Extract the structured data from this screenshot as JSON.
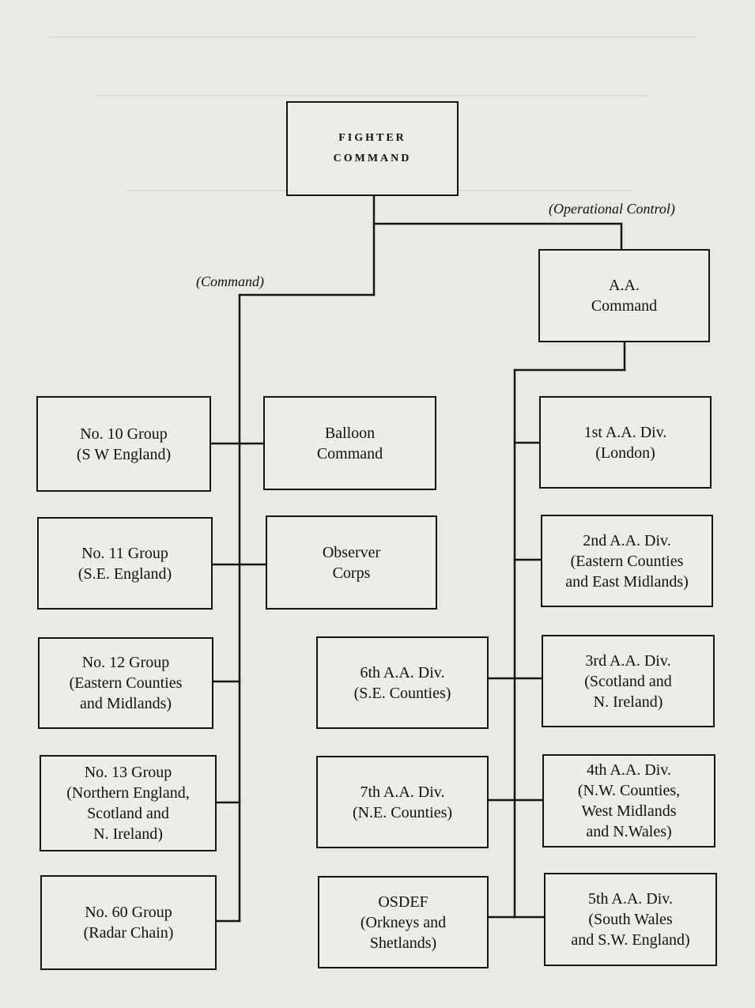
{
  "diagram": {
    "top": {
      "lines": [
        "FIGHTER",
        "COMMAND"
      ]
    },
    "edge_labels": {
      "command": "(Command)",
      "operational_control": "(Operational Control)"
    },
    "aa_command": {
      "lines": [
        "A.A.",
        "Command"
      ]
    },
    "groups": [
      {
        "lines": [
          "No. 10 Group",
          "(S W England)"
        ]
      },
      {
        "lines": [
          "No. 11 Group",
          "(S.E. England)"
        ]
      },
      {
        "lines": [
          "No. 12 Group",
          "(Eastern Counties",
          "and Midlands)"
        ]
      },
      {
        "lines": [
          "No. 13 Group",
          "(Northern England,",
          "Scotland and",
          "N. Ireland)"
        ]
      },
      {
        "lines": [
          "No. 60 Group",
          "(Radar Chain)"
        ]
      }
    ],
    "middle_units": [
      {
        "lines": [
          "Balloon",
          "Command"
        ]
      },
      {
        "lines": [
          "Observer",
          "Corps"
        ]
      }
    ],
    "aa_divisions_inner": [
      {
        "lines": [
          "6th A.A. Div.",
          "(S.E. Counties)"
        ]
      },
      {
        "lines": [
          "7th A.A. Div.",
          "(N.E. Counties)"
        ]
      },
      {
        "lines": [
          "OSDEF",
          "(Orkneys and",
          "Shetlands)"
        ]
      }
    ],
    "aa_divisions_outer": [
      {
        "lines": [
          "1st A.A. Div.",
          "(London)"
        ]
      },
      {
        "lines": [
          "2nd A.A. Div.",
          "(Eastern Counties",
          "and East Midlands)"
        ]
      },
      {
        "lines": [
          "3rd A.A. Div.",
          "(Scotland and",
          "N. Ireland)"
        ]
      },
      {
        "lines": [
          "4th A.A. Div.",
          "(N.W. Counties,",
          "West Midlands",
          "and N.Wales)"
        ]
      },
      {
        "lines": [
          "5th A.A. Div.",
          "(South Wales",
          "and S.W. England)"
        ]
      }
    ]
  }
}
